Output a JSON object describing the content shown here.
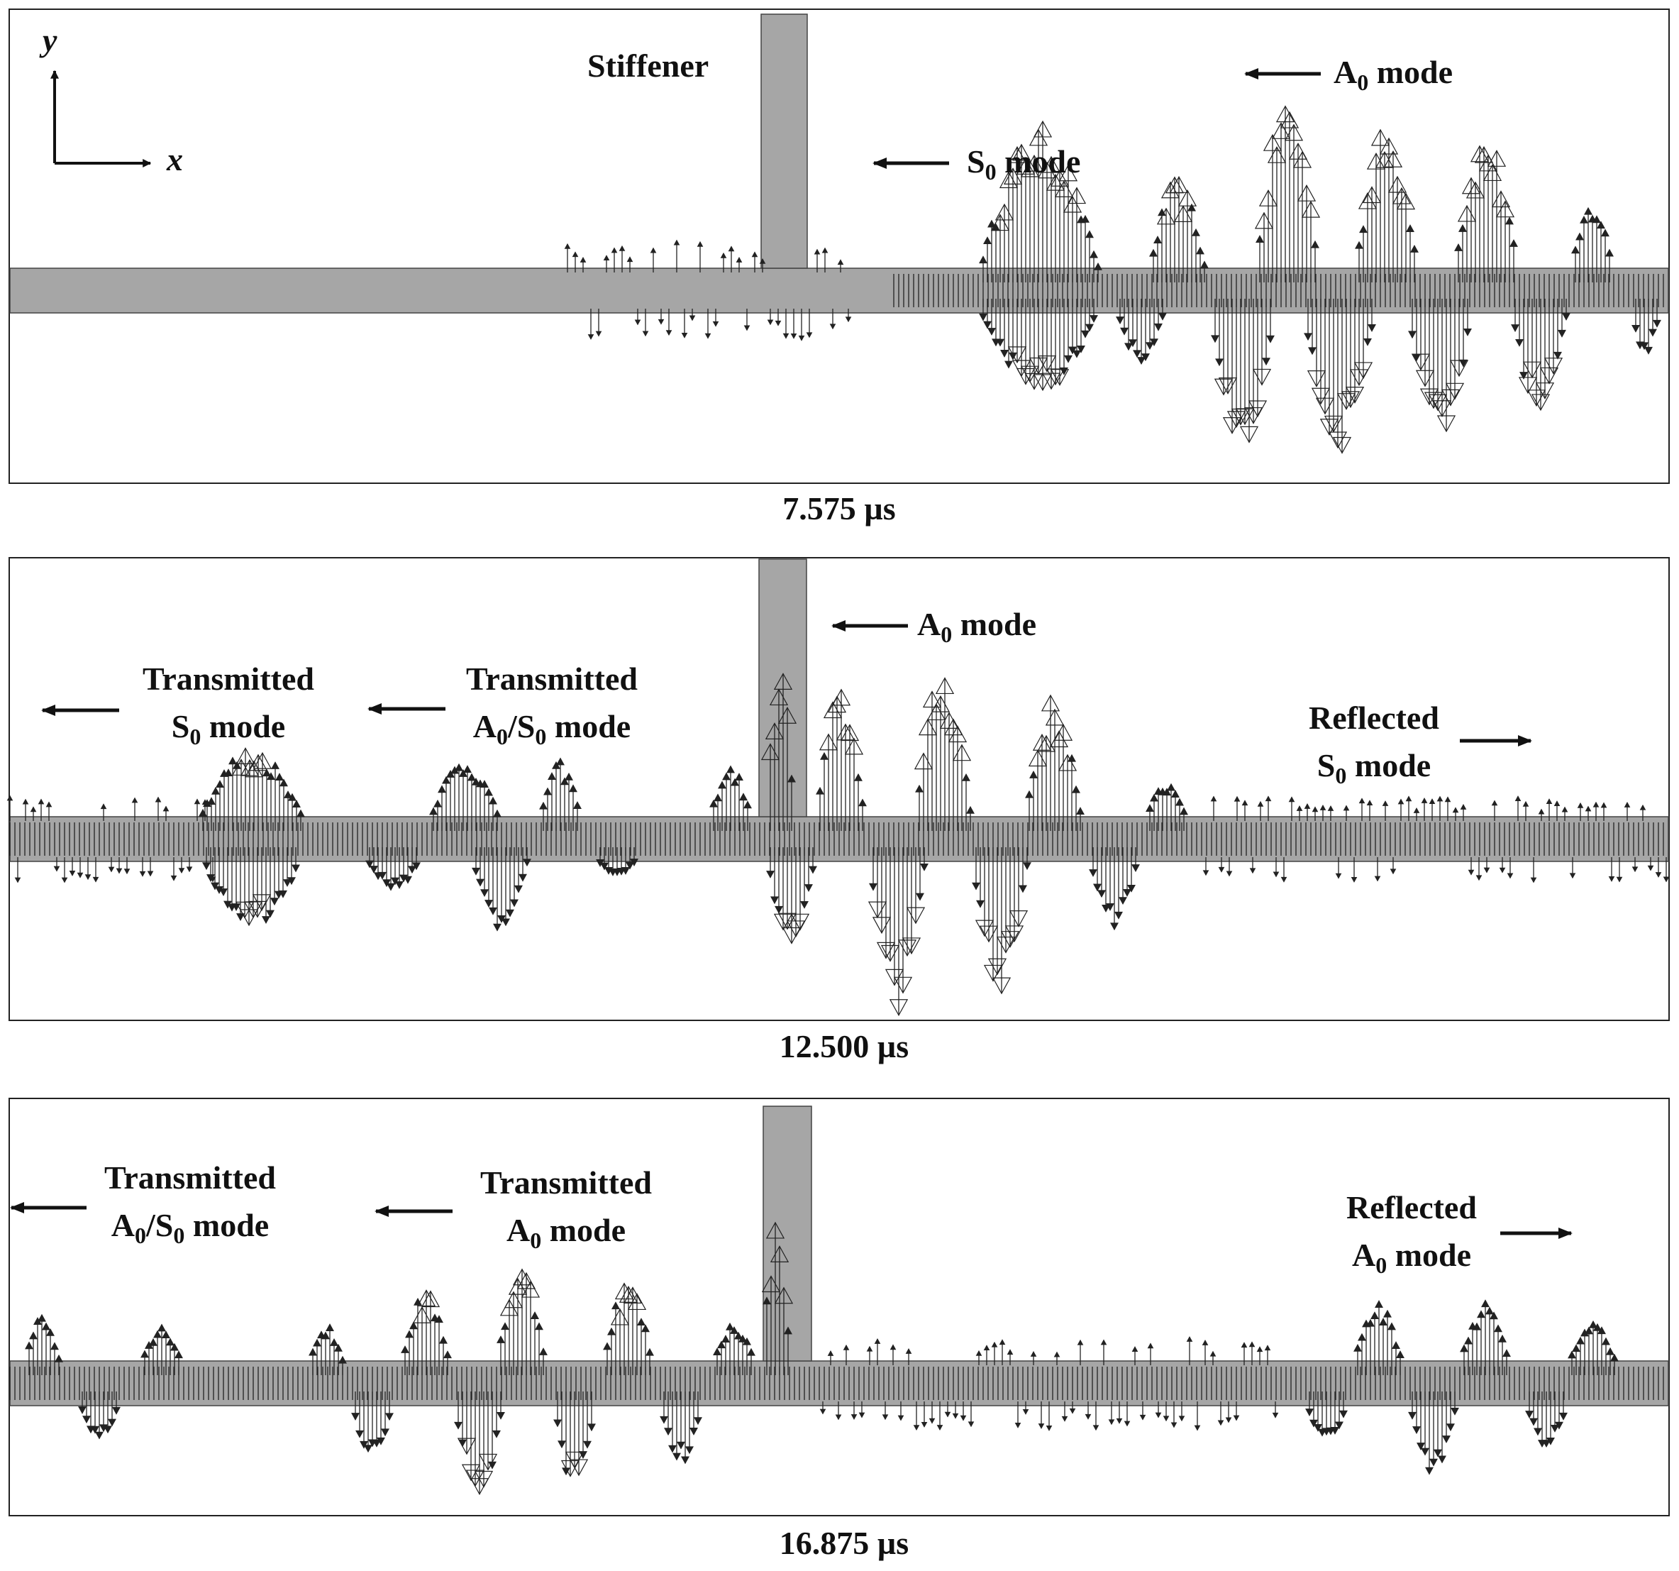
{
  "axes": {
    "y": "y",
    "x": "x"
  },
  "panels": [
    {
      "caption": "7.575 µs",
      "stiffener_label": "Stiffener",
      "labels": [
        {
          "l1": "S",
          "sub": "0",
          "l2": " mode"
        },
        {
          "l1": "A",
          "sub": "0",
          "l2": " mode"
        }
      ]
    },
    {
      "caption": "12.500 µs",
      "labels": [
        {
          "l1": "A",
          "sub": "0",
          "l2": " mode"
        },
        {
          "top": "Transmitted",
          "l1": "S",
          "sub": "0",
          "l2": " mode"
        },
        {
          "top": "Transmitted",
          "l1": "A",
          "sub": "0",
          "mid": "/S",
          "sub2": "0",
          "l2": " mode"
        },
        {
          "top": "Reflected",
          "l1": "S",
          "sub": "0",
          "l2": " mode"
        }
      ]
    },
    {
      "caption": "16.875 µs",
      "labels": [
        {
          "top": "Transmitted",
          "l1": "A",
          "sub": "0",
          "mid": "/S",
          "sub2": "0",
          "l2": " mode"
        },
        {
          "top": "Transmitted",
          "l1": "A",
          "sub": "0",
          "l2": " mode"
        },
        {
          "top": "Reflected",
          "l1": "A",
          "sub": "0",
          "l2": " mode"
        }
      ]
    }
  ]
}
